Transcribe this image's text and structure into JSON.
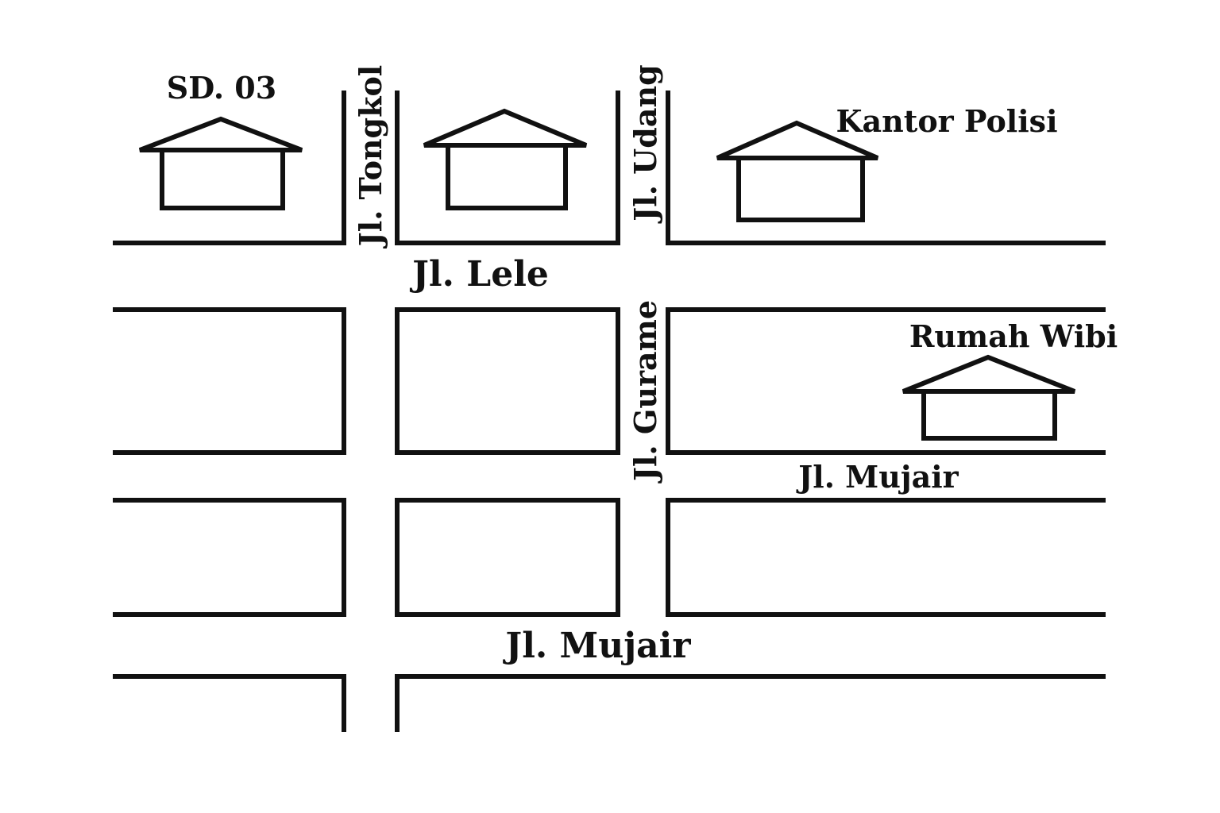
{
  "map": {
    "colors": {
      "ink": "#111111",
      "background": "#ffffff"
    },
    "streets": {
      "tongkol": "Jl. Tongkol",
      "udang": "Jl. Udang",
      "lele": "Jl. Lele",
      "gurame": "Jl. Gurame",
      "mujair_upper": "Jl. Mujair",
      "mujair_lower": "Jl. Mujair"
    },
    "places": {
      "school": "SD. 03",
      "police": "Kantor Polisi",
      "home": "Rumah Wibi"
    }
  }
}
